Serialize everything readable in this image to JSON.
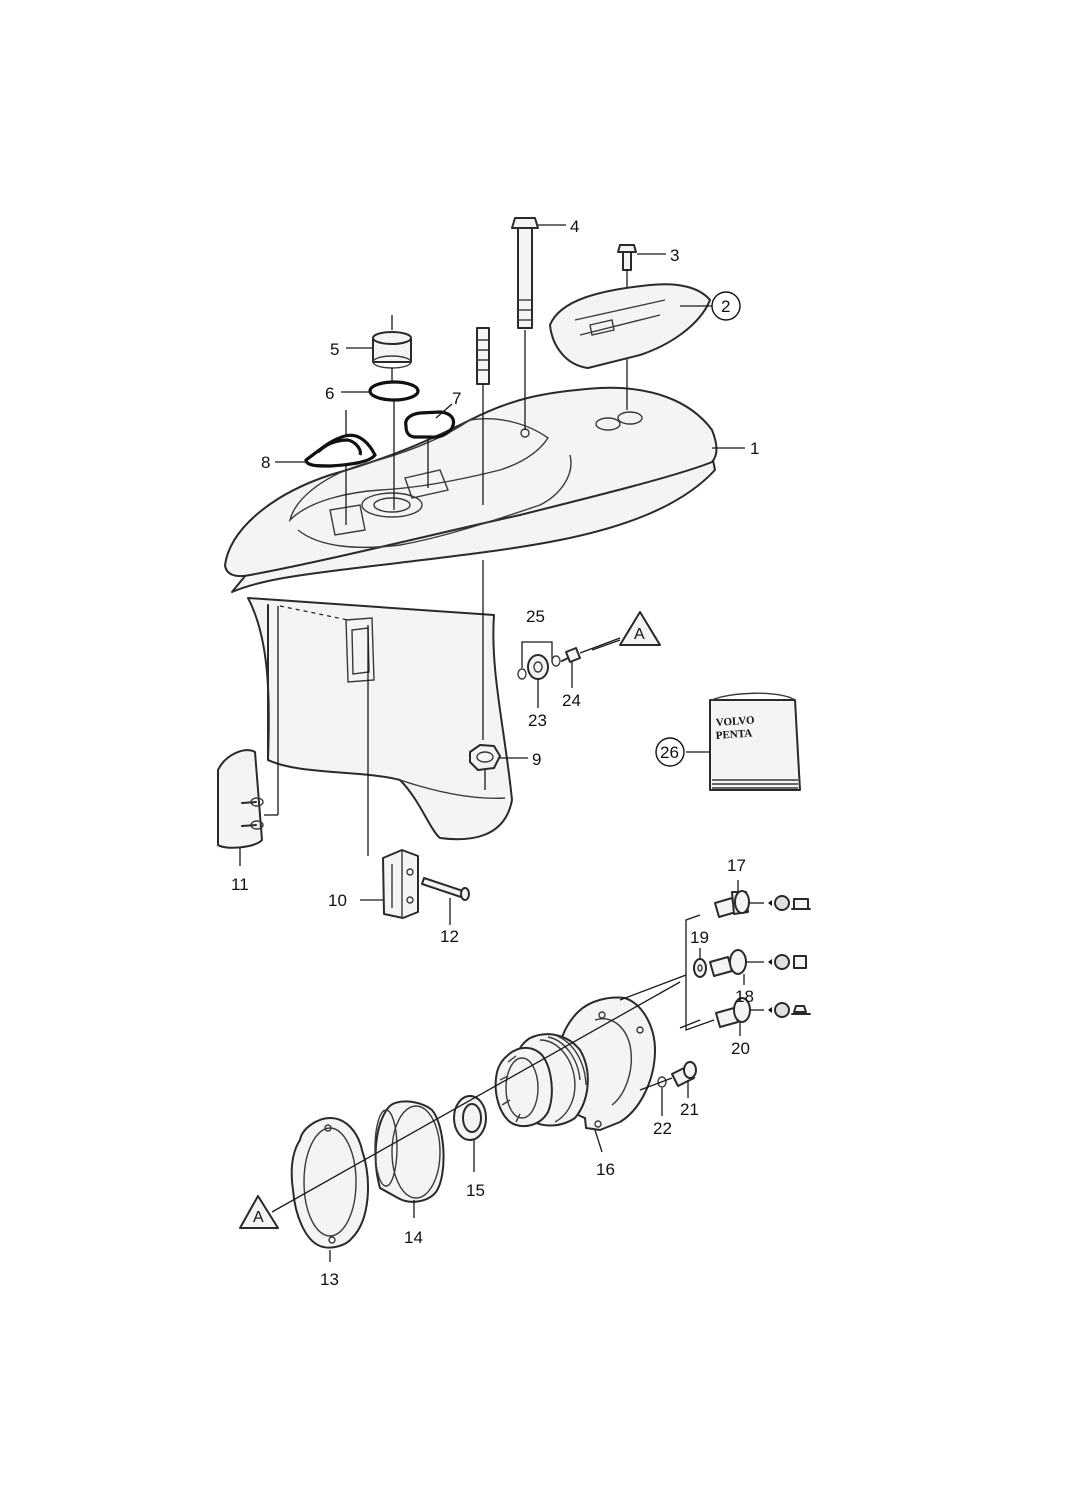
{
  "callouts": {
    "c1": "1",
    "c2": "2",
    "c3": "3",
    "c4": "4",
    "c5": "5",
    "c6": "6",
    "c7": "7",
    "c8": "8",
    "c9": "9",
    "c10": "10",
    "c11": "11",
    "c12": "12",
    "c13": "13",
    "c14": "14",
    "c15": "15",
    "c16": "16",
    "c17": "17",
    "c18": "18",
    "c19": "19",
    "c20": "20",
    "c21": "21",
    "c22": "22",
    "c23": "23",
    "c24": "24",
    "c25": "25",
    "c26": "26"
  },
  "markers": {
    "top": "A",
    "bottom": "A"
  },
  "manual": {
    "line1": "VOLVO",
    "line2": "PENTA"
  },
  "colors": {
    "stroke": "#2a2a2a",
    "background": "#ffffff"
  }
}
